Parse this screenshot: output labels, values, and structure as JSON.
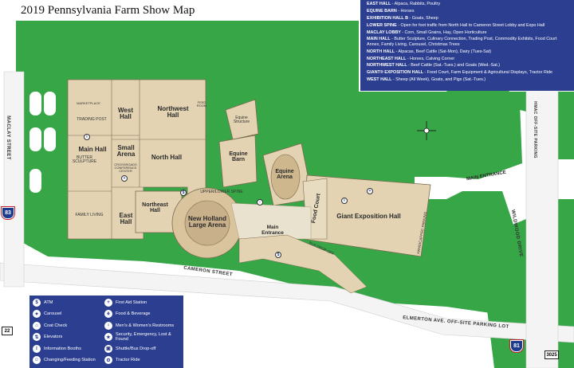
{
  "title": "2019 Pennsylvania Farm Show Map",
  "halls_legend": [
    {
      "name": "EAST HALL",
      "desc": "- Alpaca, Rabbits, Poultry"
    },
    {
      "name": "EQUINE BARN",
      "desc": "- Horses"
    },
    {
      "name": "EXHIBITION HALL B",
      "desc": "- Goats, Sheep"
    },
    {
      "name": "LOWER SPINE",
      "desc": "- Open for foot traffic from North Hall to Cameron Street Lobby and Expo Hall"
    },
    {
      "name": "MACLAY LOBBY",
      "desc": "- Corn, Small Grains, Hay, Open Horticulture"
    },
    {
      "name": "MAIN HALL",
      "desc": "- Butter Sculpture, Culinary Connection, Trading Post, Commodity Exhibits, Food Court Annex, Family Living, Carousel, Christmas Trees"
    },
    {
      "name": "NORTH HALL",
      "desc": "- Alpacas, Beef Cattle (Sat-Mon), Dairy (Tues-Sat)"
    },
    {
      "name": "NORTHEAST HALL",
      "desc": "- Horses, Calving Corner"
    },
    {
      "name": "NORTHWEST HALL",
      "desc": "- Beef Cattle (Sat.-Tues.) and Goats (Wed.-Sat.)"
    },
    {
      "name": "GIANT® EXPOSITION HALL",
      "desc": "- Food Court, Farm Equipment & Agricultural Displays, Tractor Ride"
    },
    {
      "name": "WEST HALL",
      "desc": "- Sheep (All Week), Goats, and Pigs (Sat.-Tues.)"
    }
  ],
  "amenities_legend": [
    {
      "icon": "dollar-icon",
      "glyph": "$",
      "label": "ATM"
    },
    {
      "icon": "carousel-icon",
      "glyph": "✦",
      "label": "Carousel"
    },
    {
      "icon": "coat-check-icon",
      "glyph": "⌂",
      "label": "Coat Check"
    },
    {
      "icon": "elevator-icon",
      "glyph": "⇅",
      "label": "Elevators"
    },
    {
      "icon": "info-icon",
      "glyph": "i",
      "label": "Information Booths"
    },
    {
      "icon": "baby-changing-icon",
      "glyph": "☺",
      "label": "Changing/Feeding Station"
    },
    {
      "icon": "first-aid-icon",
      "glyph": "+",
      "label": "First Aid Station"
    },
    {
      "icon": "food-icon",
      "glyph": "⚘",
      "label": "Food & Beverage"
    },
    {
      "icon": "restroom-icon",
      "glyph": "♀",
      "label": "Men's & Women's Restrooms"
    },
    {
      "icon": "security-icon",
      "glyph": "★",
      "label": "Security, Emergency, Lost & Found"
    },
    {
      "icon": "shuttle-icon",
      "glyph": "▣",
      "label": "Shuttle/Bus Drop-off"
    },
    {
      "icon": "tractor-icon",
      "glyph": "⚙",
      "label": "Tractor Ride"
    }
  ],
  "map_labels": {
    "west_hall": "West Hall",
    "northwest_hall": "Northwest Hall",
    "main_hall": "Main Hall",
    "small_arena": "Small Arena",
    "north_hall": "North Hall",
    "east_hall": "East Hall",
    "northeast_hall": "Northeast Hall",
    "large_arena": "New Holland Large Arena",
    "equine_barn": "Equine Barn",
    "equine_structure": "Equine Structure",
    "equine_arena": "Equine Arena",
    "food_court": "Food Court",
    "expo_hall": "Giant Exposition Hall",
    "main_entrance_top": "MAIN ENTRANCE",
    "main_entrance": "Main Entrance",
    "trading_post": "TRADING POST",
    "butter_sculpture": "BUTTER SCULPTURE",
    "family_living": "FAMILY LIVING",
    "upper_lower_spine": "UPPER/LOWER SPINE",
    "marketplace": "MARKETPLACE",
    "feed_room": "FEED ROOM",
    "bus_drop_off": "BUS DROP-OFF",
    "handicapped_parking": "HANDICAPPED PARKING",
    "crossroads": "CROSSROADS CONFERENCE CENTER"
  },
  "streets": {
    "maclay": "MACLAY STREET",
    "cameron": "CAMERON STREET",
    "elmerton": "ELMERTON AVE. OFF-SITE PARKING LOT",
    "wildwood": "WILDWOOD DRIVE",
    "hmac": "HMAC OFF-SITE PARKING"
  },
  "route_shields": {
    "i83": "83",
    "i81": "81",
    "r22": "22",
    "r3025": "3025"
  },
  "colors": {
    "legend_bg": "#2b3e8f",
    "grass": "#2ea043",
    "building": "#e4d6b6",
    "road": "#f2f2f2"
  }
}
